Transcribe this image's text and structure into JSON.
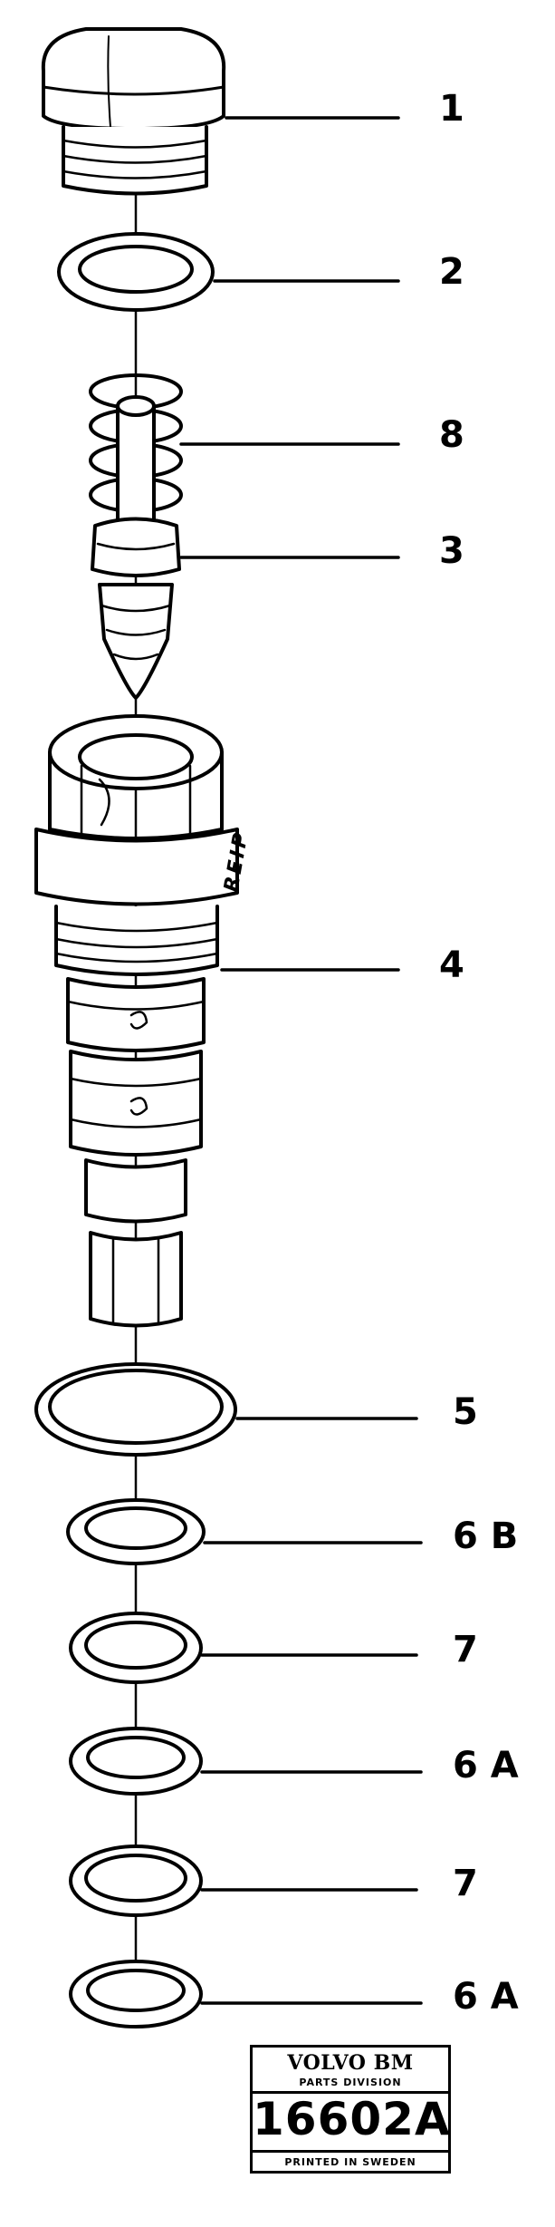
{
  "callouts": [
    "1",
    "2",
    "8",
    "3",
    "4",
    "5",
    "6 B",
    "7",
    "6 A",
    "7",
    "6 A"
  ],
  "part_marking": "REIP",
  "stamp": {
    "brand": "VOLVO BM",
    "division": "PARTS DIVISION",
    "number": "16602A",
    "printed": "PRINTED IN SWEDEN"
  },
  "colors": {
    "ink": "#000000",
    "paper": "#ffffff"
  }
}
